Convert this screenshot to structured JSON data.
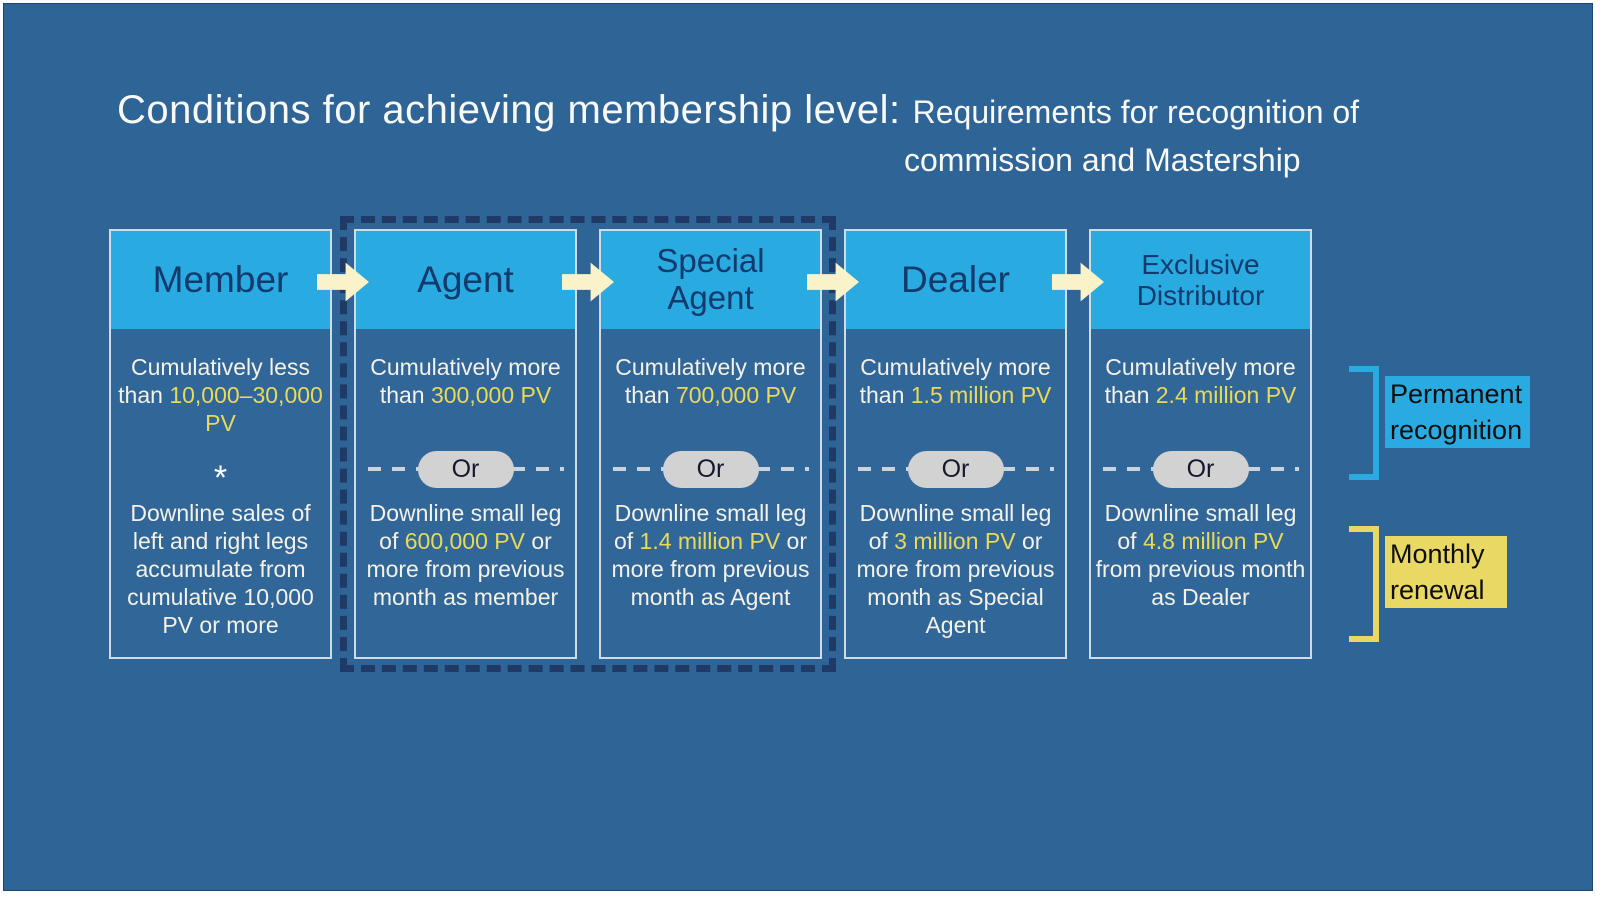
{
  "page": {
    "title_line1_main": "Conditions for achieving membership level:",
    "title_line1_sub": "Requirements for recognition of",
    "title_line2": "commission and Mastership"
  },
  "colors": {
    "background_blue": "#2E6496",
    "header_cyan": "#29ABE2",
    "header_text_navy": "#123A6D",
    "accent_yellow": "#E8D95A",
    "body_text_white": "#F4F1E6",
    "flow_arrow_cream": "#FAF3CA",
    "group_dash_navy": "#1F3A66",
    "or_pill_gray": "#D2D2D2",
    "highlight_cyan": "#29ABE2",
    "highlight_yellow": "#E9D964"
  },
  "icons": {
    "flow_arrow": "block-arrow-right",
    "permanent_bracket": "left-facing-bracket",
    "monthly_bracket": "left-facing-bracket"
  },
  "columns": [
    {
      "name": "Member",
      "top": [
        {
          "text": "Cumulatively less than ",
          "accent": false
        },
        {
          "text": "10,000–30,000 PV",
          "accent": true
        }
      ],
      "divider": "*",
      "bottom": [
        {
          "text": "Downline sales of left and right legs accumulate from cumulative 10,000 PV or more",
          "accent": false
        }
      ]
    },
    {
      "name": "Agent",
      "top": [
        {
          "text": "Cumulatively more than ",
          "accent": false
        },
        {
          "text": "300,000 PV",
          "accent": true
        }
      ],
      "divider": "Or",
      "bottom": [
        {
          "text": "Downline small leg of ",
          "accent": false
        },
        {
          "text": "600,000 PV",
          "accent": true
        },
        {
          "text": " or more from previous month as member",
          "accent": false
        }
      ]
    },
    {
      "name": "Special Agent",
      "top": [
        {
          "text": "Cumulatively more than ",
          "accent": false
        },
        {
          "text": "700,000 PV",
          "accent": true
        }
      ],
      "divider": "Or",
      "bottom": [
        {
          "text": "Downline small leg of ",
          "accent": false
        },
        {
          "text": "1.4 million PV",
          "accent": true
        },
        {
          "text": " or more from previous month as Agent",
          "accent": false
        }
      ]
    },
    {
      "name": "Dealer",
      "top": [
        {
          "text": "Cumulatively more than ",
          "accent": false
        },
        {
          "text": "1.5 million PV",
          "accent": true
        }
      ],
      "divider": "Or",
      "bottom": [
        {
          "text": "Downline small leg of ",
          "accent": false
        },
        {
          "text": "3 million PV",
          "accent": true
        },
        {
          "text": " or more from previous month as Special Agent",
          "accent": false
        }
      ]
    },
    {
      "name": "Exclusive Distributor",
      "top": [
        {
          "text": "Cumulatively more than ",
          "accent": false
        },
        {
          "text": "2.4 million PV",
          "accent": true
        }
      ],
      "divider": "Or",
      "bottom": [
        {
          "text": "Downline small leg of ",
          "accent": false
        },
        {
          "text": "4.8 million PV",
          "accent": true
        },
        {
          "text": " from previous month as Dealer",
          "accent": false
        }
      ]
    }
  ],
  "annotations": {
    "permanent": {
      "line1": "Permanent",
      "line2": "recognition"
    },
    "monthly": {
      "line1": "Monthly",
      "line2": "renewal"
    }
  }
}
